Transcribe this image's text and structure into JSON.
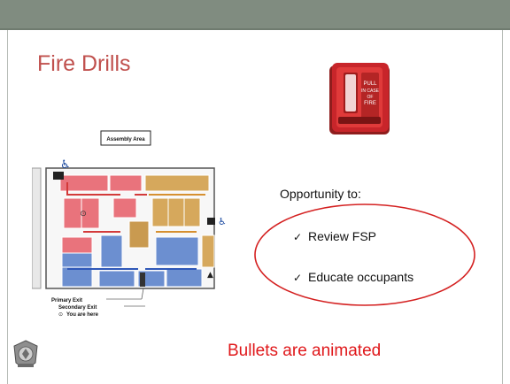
{
  "slide": {
    "title": "Fire Drills",
    "lead_in": "Opportunity to:",
    "bullets": [
      {
        "label": "Review  FSP"
      },
      {
        "label": "Educate occupants"
      }
    ],
    "note": "Bullets are animated"
  },
  "floor_plan": {
    "assembly_label": "Assembly Area",
    "legend": [
      "Primary Exit",
      "Secondary Exit",
      "You are here"
    ]
  },
  "fire_alarm": {
    "lines": [
      "PULL",
      "IN CASE",
      "OF",
      "FIRE"
    ]
  },
  "icons": {
    "check": "✓",
    "you_are_here": "⊙"
  },
  "colors": {
    "header_bar": "#808c80",
    "title": "#c0504d",
    "note": "#e0181b",
    "highlight_ellipse": "#d42020",
    "zone_red": "#e9737c",
    "zone_tan": "#d6a85c",
    "zone_blue": "#6c8fd0"
  }
}
